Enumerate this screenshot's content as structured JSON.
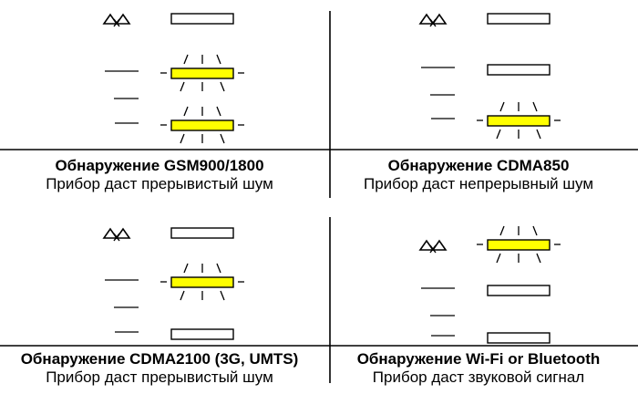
{
  "panels": [
    {
      "title": "Обнаружение GSM900/1800",
      "description": "Прибор даст прерывистый шум",
      "indicators": [
        "off",
        "on",
        "on"
      ]
    },
    {
      "title": "Обнаружение CDMA850",
      "description": "Прибор даст непрерывный шум",
      "indicators": [
        "off",
        "off",
        "on"
      ]
    },
    {
      "title": "Обнаружение CDMA2100 (3G, UMTS)",
      "description": "Прибор даст прерывистый шум",
      "indicators": [
        "off",
        "on",
        "off"
      ]
    },
    {
      "title": "Обнаружение Wi-Fi or Bluetooth",
      "description": "Прибор даст звуковой сигнал",
      "indicators": [
        "on",
        "off",
        "off"
      ]
    }
  ],
  "colors": {
    "led_on": "#ffff00",
    "led_off": "#ffffff",
    "stroke": "#000000"
  }
}
